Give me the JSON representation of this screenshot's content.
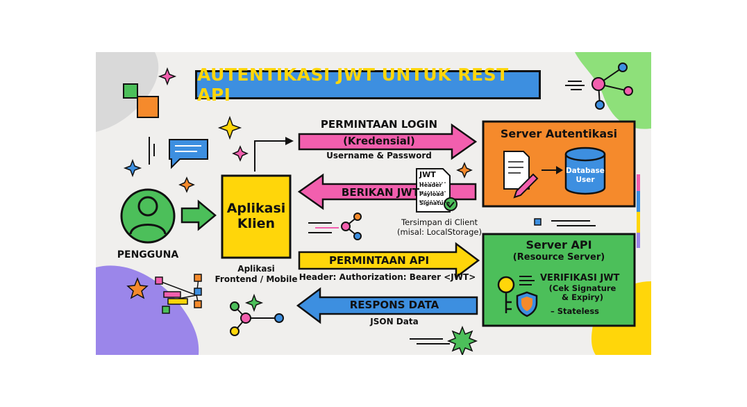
{
  "title": "AUTENTIKASI JWT UNTUK REST API",
  "user": {
    "label": "PENGGUNA"
  },
  "client": {
    "box_label_1": "Aplikasi",
    "box_label_2": "Klien",
    "caption_1": "Aplikasi",
    "caption_2": "Frontend / Mobile"
  },
  "login": {
    "label": "PERMINTAAN LOGIN",
    "sub": "(Kredensial)",
    "caption": "Username & Password"
  },
  "give_jwt": {
    "label": "BERIKAN JWT"
  },
  "jwt_doc": {
    "title": "JWT",
    "parts": [
      "Header",
      "Payload",
      "Signature"
    ]
  },
  "storage": {
    "line_1": "Tersimpan di Client",
    "line_2": "(misal: LocalStorage)"
  },
  "api_request": {
    "label": "PERMINTAAN API",
    "caption": "Header: Authorization: Bearer <JWT>"
  },
  "response": {
    "label": "RESPONS DATA",
    "caption": "JSON Data"
  },
  "auth_server": {
    "title": "Server Autentikasi",
    "db_line_1": "Database",
    "db_line_2": "User"
  },
  "api_server": {
    "title": "Server API",
    "subtitle": "(Resource Server)",
    "verify": "VERIFIKASI JWT",
    "verify_sub_1": "(Cek Signature",
    "verify_sub_2": "& Expiry)",
    "stateless": "–  Stateless"
  },
  "colors": {
    "yellow": "#ffd60a",
    "blue": "#3d8fe0",
    "pink": "#f25fae",
    "orange": "#f58a2c",
    "green": "#4cbf5a",
    "purple": "#9b86ea",
    "dark": "#111111"
  }
}
